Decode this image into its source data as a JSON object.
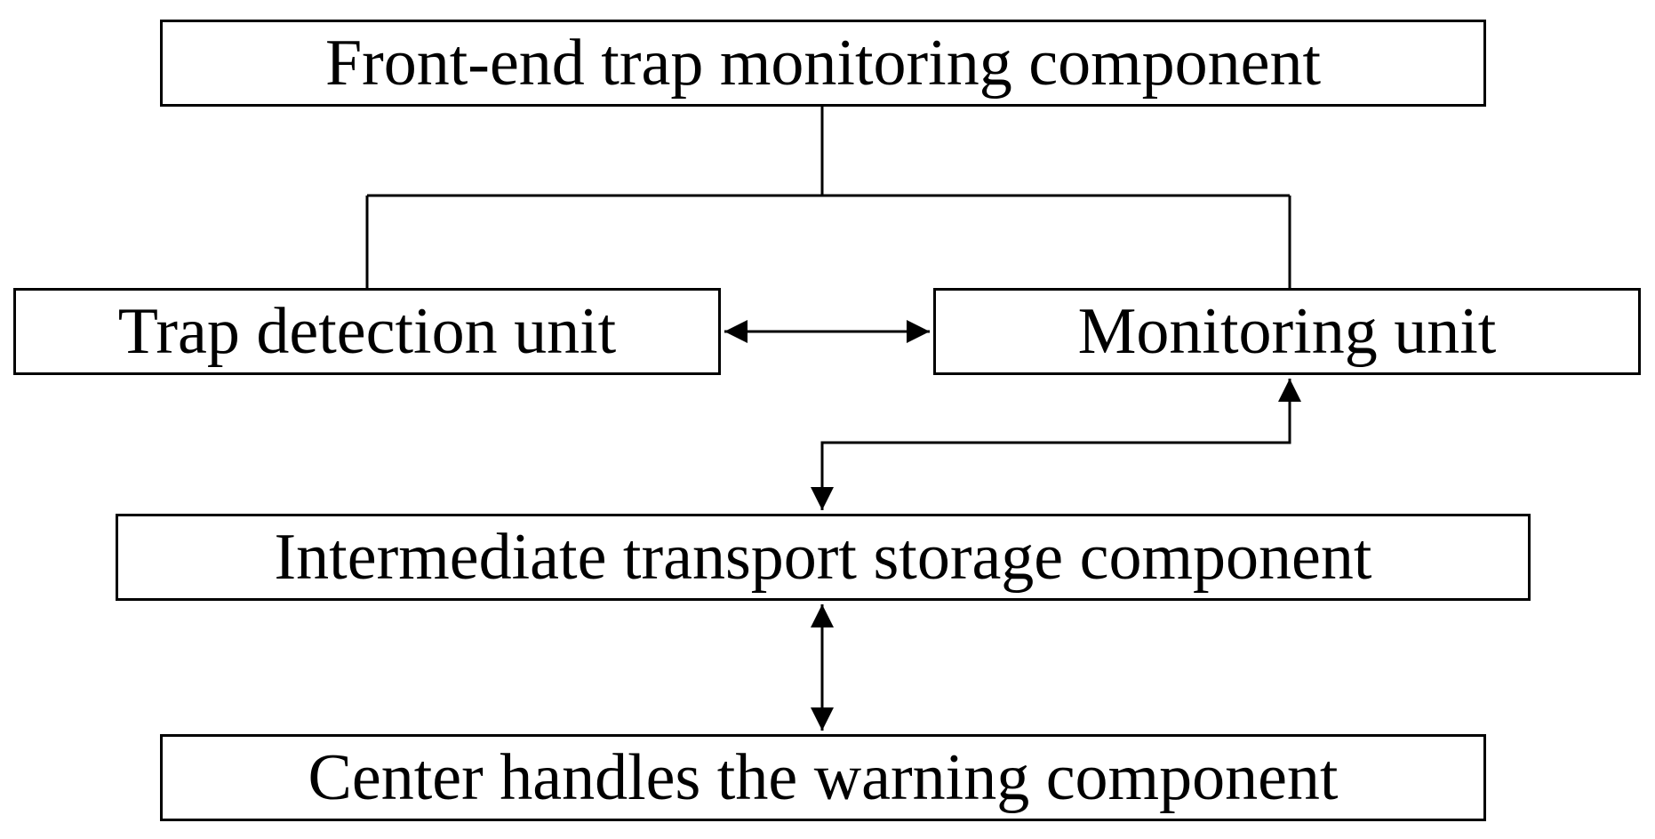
{
  "diagram": {
    "nodes": {
      "front_end": "Front-end trap monitoring component",
      "trap_detection": "Trap detection unit",
      "monitoring": "Monitoring unit",
      "intermediate": "Intermediate transport storage component",
      "center": "Center handles the warning component"
    },
    "edges": [
      {
        "from": "front_end",
        "to": "trap_detection",
        "type": "tree-line"
      },
      {
        "from": "front_end",
        "to": "monitoring",
        "type": "tree-line"
      },
      {
        "from": "trap_detection",
        "to": "monitoring",
        "type": "bidirectional-arrow"
      },
      {
        "from": "monitoring",
        "to": "intermediate",
        "type": "bidirectional-arrow"
      },
      {
        "from": "intermediate",
        "to": "center",
        "type": "bidirectional-arrow"
      }
    ],
    "colors": {
      "line": "#000000",
      "box_fill": "#ffffff",
      "text": "#000000"
    }
  }
}
